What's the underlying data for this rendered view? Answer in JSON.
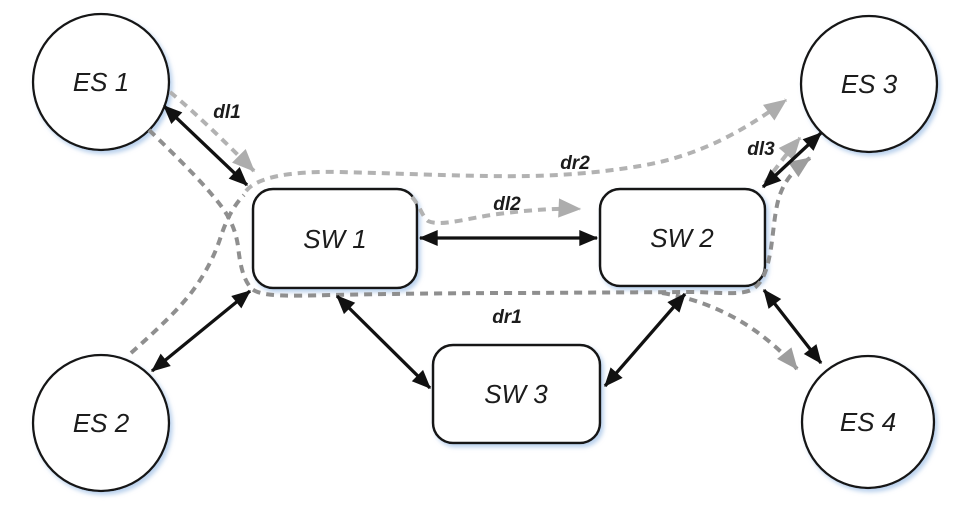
{
  "diagram": {
    "nodes": [
      {
        "id": "ES1",
        "label": "ES 1",
        "shape": "circle",
        "role": "end-station"
      },
      {
        "id": "ES2",
        "label": "ES 2",
        "shape": "circle",
        "role": "end-station"
      },
      {
        "id": "ES3",
        "label": "ES 3",
        "shape": "circle",
        "role": "end-station"
      },
      {
        "id": "ES4",
        "label": "ES 4",
        "shape": "circle",
        "role": "end-station"
      },
      {
        "id": "SW1",
        "label": "SW 1",
        "shape": "rounded-rect",
        "role": "switch"
      },
      {
        "id": "SW2",
        "label": "SW 2",
        "shape": "rounded-rect",
        "role": "switch"
      },
      {
        "id": "SW3",
        "label": "SW 3",
        "shape": "rounded-rect",
        "role": "switch"
      }
    ],
    "solid_links": [
      {
        "from": "ES1",
        "to": "SW1",
        "bidirectional": true
      },
      {
        "from": "ES2",
        "to": "SW1",
        "bidirectional": true
      },
      {
        "from": "SW1",
        "to": "SW2",
        "bidirectional": true
      },
      {
        "from": "SW1",
        "to": "SW3",
        "bidirectional": true
      },
      {
        "from": "SW3",
        "to": "SW2",
        "bidirectional": true
      },
      {
        "from": "SW2",
        "to": "ES3",
        "bidirectional": true
      },
      {
        "from": "SW2",
        "to": "ES4",
        "bidirectional": true
      }
    ],
    "route_labels": [
      {
        "id": "dl1",
        "label": "dl1"
      },
      {
        "id": "dl2",
        "label": "dl2"
      },
      {
        "id": "dl3",
        "label": "dl3"
      },
      {
        "id": "dr1",
        "label": "dr1"
      },
      {
        "id": "dr2",
        "label": "dr2"
      }
    ],
    "colors": {
      "node_fill": "#ffffff",
      "node_border": "#161616",
      "solid_link": "#111111",
      "route_light": "#b2b2b2",
      "route_dark": "#8f8f8f",
      "arrowhead_gray_light": "#adadad",
      "arrowhead_gray_dark": "#9d9d9d",
      "shadow": "#a9c6e8"
    }
  }
}
